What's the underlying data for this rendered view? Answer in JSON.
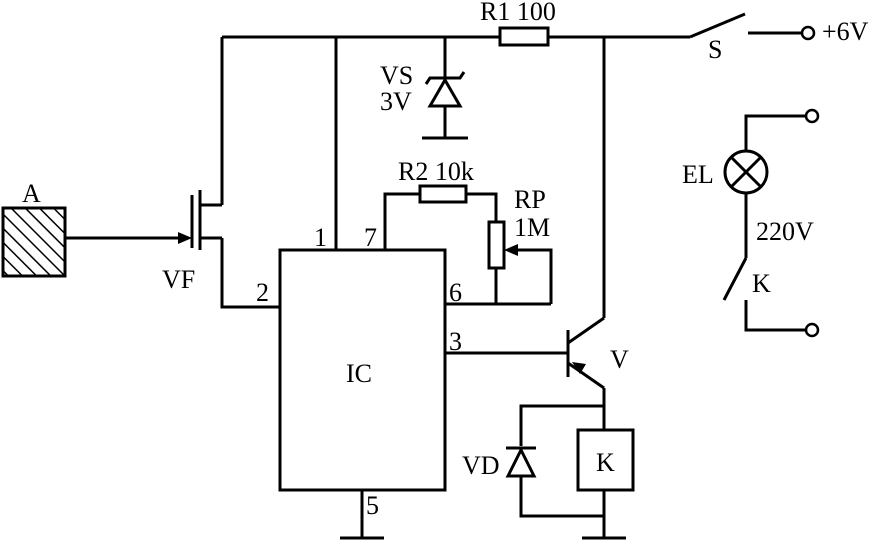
{
  "diagram": {
    "type": "circuit-schematic",
    "components": {
      "sensor": {
        "label": "A"
      },
      "fet": {
        "label": "VF"
      },
      "ic": {
        "label": "IC",
        "pins": {
          "p1": "1",
          "p2": "2",
          "p3": "3",
          "p5": "5",
          "p6": "6",
          "p7": "7"
        }
      },
      "r1": {
        "label": "R1 100"
      },
      "switch": {
        "label": "S"
      },
      "supply": {
        "label": "+6V"
      },
      "zener": {
        "label_line1": "VS",
        "label_line2": "3V"
      },
      "r2": {
        "label": "R2 10k"
      },
      "rp": {
        "label_line1": "RP",
        "label_line2": "1M"
      },
      "transistor": {
        "label": "V"
      },
      "diode": {
        "label": "VD"
      },
      "relay": {
        "label": "K"
      },
      "lamp": {
        "label": "EL"
      },
      "mains": {
        "label": "220V"
      },
      "relay_contact": {
        "label": "K"
      }
    },
    "colors": {
      "ink": "#000000",
      "background": "#ffffff"
    }
  }
}
